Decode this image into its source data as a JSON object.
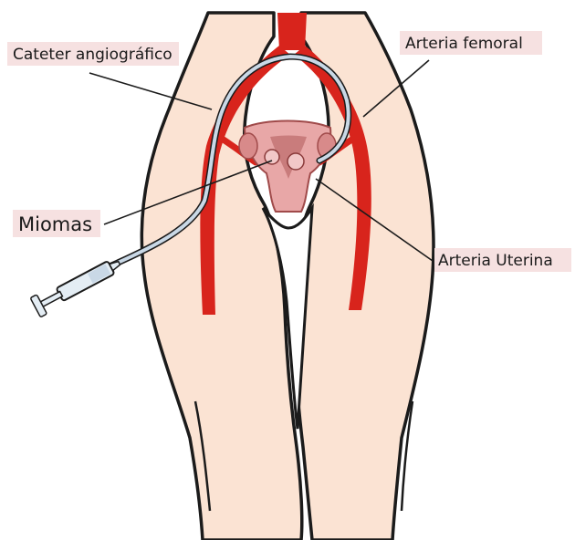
{
  "labels": {
    "catheter": "Cateter angiográfico",
    "femoral_artery": "Arteria femoral",
    "fibroids": "Miomas",
    "uterine_artery": "Arteria Uterina"
  },
  "colors": {
    "skin": "#fbe3d3",
    "outline": "#1b1b1b",
    "artery": "#d8241c",
    "uterus": "#e8a7a7",
    "uterus_dark": "#c97c7c",
    "label_bg": "#f6e1e1",
    "catheter": "#c9d8e6",
    "syringe": "#e4edf4"
  }
}
